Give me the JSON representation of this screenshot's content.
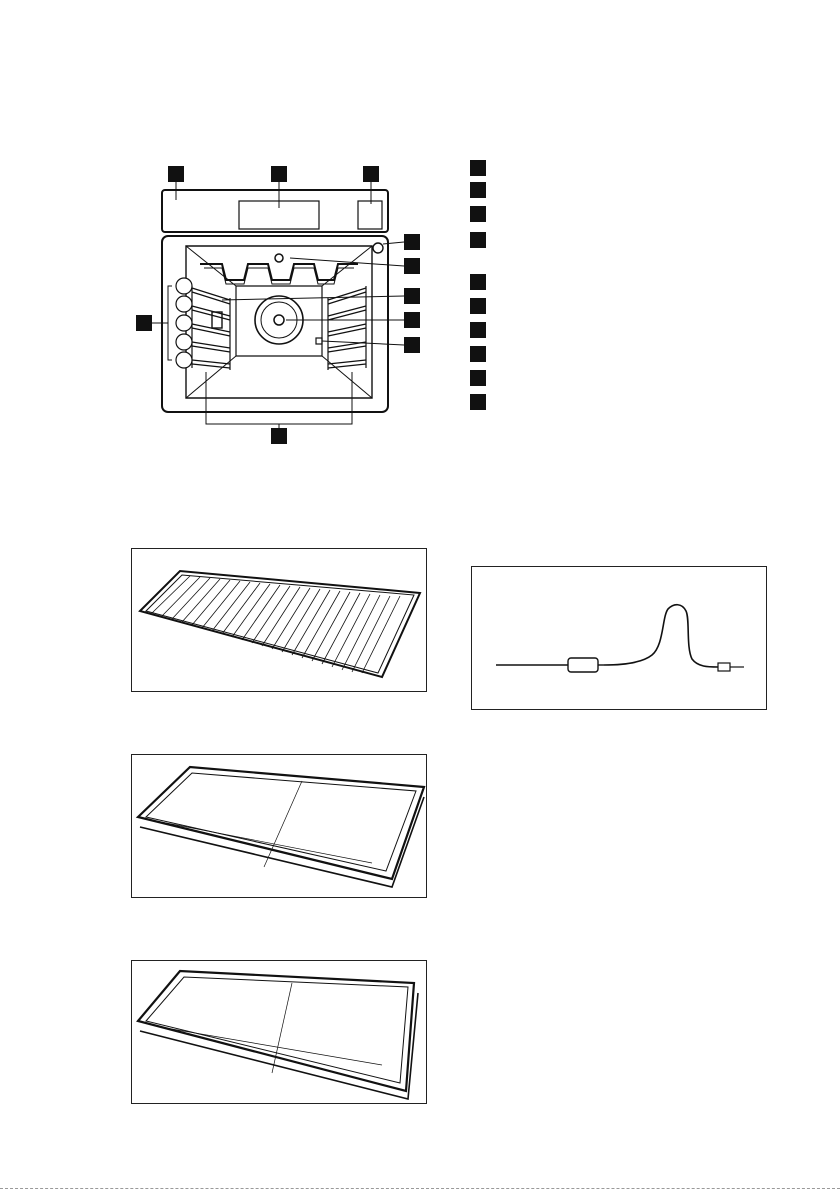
{
  "figures": {
    "oven_overview": {
      "callout_count": 10
    },
    "legend": {
      "item_count": 10
    },
    "accessories": [
      "wire-shelf",
      "baking-tray",
      "grill-roasting-pan",
      "core-temperature-sensor"
    ]
  }
}
